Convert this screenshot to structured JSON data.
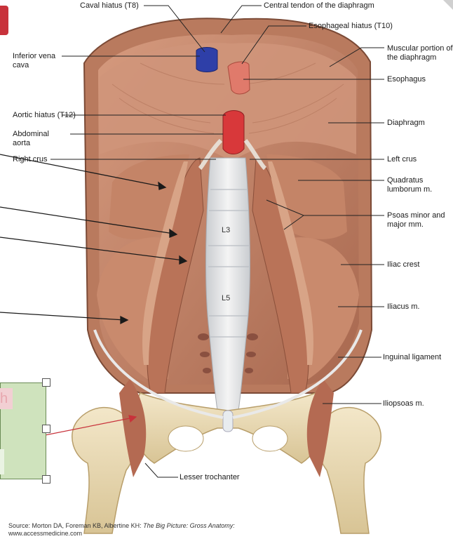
{
  "figure": {
    "labels": {
      "caval_hiatus": "Caval hiatus (T8)",
      "central_tendon": "Central tendon of the diaphragm",
      "esophageal_hiatus": "Esophageal hiatus (T10)",
      "muscular_portion": "Muscular portion of the diaphragm",
      "inferior_vena_cava": "Inferior vena cava",
      "esophagus": "Esophagus",
      "aortic_hiatus": "Aortic hiatus (T12)",
      "diaphragm": "Diaphragm",
      "abdominal_aorta": "Abdominal aorta",
      "right_crus": "Right crus",
      "left_crus": "Left crus",
      "quadratus_lumborum": "Quadratus lumborum m.",
      "psoas": "Psoas minor and major mm.",
      "iliac_crest": "Iliac crest",
      "iliacus": "Iliacus m.",
      "inguinal_ligament": "Inguinal ligament",
      "iliopsoas": "Iliopsoas m.",
      "lesser_trochanter": "Lesser trochanter"
    },
    "vertebra_labels": {
      "l3": "L3",
      "l5": "L5"
    }
  },
  "source": {
    "prefix": "Source: Morton DA, Foreman KB, Albertine KH: ",
    "book": "The Big Picture: Gross Anatomy:",
    "url": "www.accessmedicine.com"
  },
  "overlay": {
    "highlight_char": "h"
  },
  "colors": {
    "ivc": "#2e3fa8",
    "esophagus": "#e07a6b",
    "aorta": "#d8383a",
    "muscle": "#c98a6d",
    "tendon": "#e8ded4",
    "bone": "#ecdcb4",
    "selection": "#cfe3bd",
    "arrow_red": "#c8323b"
  }
}
